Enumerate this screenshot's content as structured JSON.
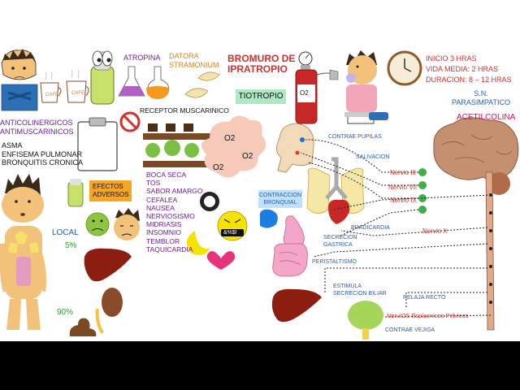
{
  "colors": {
    "purple": "#6a1b9a",
    "red": "#d32f2f",
    "blue": "#2a5db0",
    "green": "#2e9d2e",
    "orange": "#d9831f"
  },
  "left": {
    "title_lines": [
      "ANTICOLINERGICOS",
      "ANTIMUSCARINICOS"
    ],
    "indications": [
      "ASMA",
      "ENFISEMA PULMONAR",
      "BRONQUITIS CRONICA"
    ],
    "cafe_labels": [
      "CAFE",
      "CAFE"
    ],
    "local_label": "LOCAL",
    "local_pct": "5%",
    "systemic_pct": "90%"
  },
  "plants": {
    "atropina": "ATROPINA",
    "datora_lines": [
      "DATORA",
      "STRAMONIUM"
    ]
  },
  "receptor": {
    "label": "RECEPTOR MUSCARINICO",
    "o2_labels": [
      "O2",
      "O2",
      "O2"
    ]
  },
  "effects": {
    "title_lines": [
      "EFECTOS",
      "ADVERSOS"
    ],
    "items": [
      "BOCA SECA",
      "TOS",
      "SABOR AMARGO",
      "CEFALEA",
      "NAUSEA",
      "NERVIOSISMO",
      "MIDRIASIS",
      "INSOMNIO",
      "TEMBLOR",
      "TAQUICARDIA"
    ],
    "curse_text": "&%$!"
  },
  "center": {
    "title_lines": [
      "BROMURO DE",
      "IPRATROPIO"
    ],
    "tiotropio": "TIOTROPIO",
    "inhaler_label": "O2"
  },
  "pharmacokinetics": [
    "INICIO 3 HRAS",
    "VIDA MEDIA: 2 HRAS",
    "DURACION: 8 – 12 HRAS"
  ],
  "system": {
    "title_lines": [
      "S.N.",
      "PARASIMPATICO"
    ],
    "neurotransmitter": "ACETILCOLINA"
  },
  "organs": {
    "contrae_pupilas": "CONTRAE PUPILAS",
    "salivacion": "SALIVACION",
    "contraccion_lines": [
      "CONTRACCION",
      "BRONQUIAL"
    ],
    "bradicardia": "BRADICARDIA",
    "secrecion_gastrica_lines": [
      "SECRECION",
      "GASTRICA"
    ],
    "peristaltismo": "PERISTALTISMO",
    "estimula_lines": [
      "ESTIMULA",
      "SECRECION BILIAR"
    ],
    "relaja_recto": "RELAJA RECTO",
    "contrae_vejiga": "CONTRAE VEJIGA"
  },
  "nerves": {
    "iii": "Nervio III",
    "vii": "Nervio VII",
    "ix": "Nervio IX",
    "x": "Nervio X",
    "pelvic": "NerviOS Esplacnicos Pelvicos"
  }
}
